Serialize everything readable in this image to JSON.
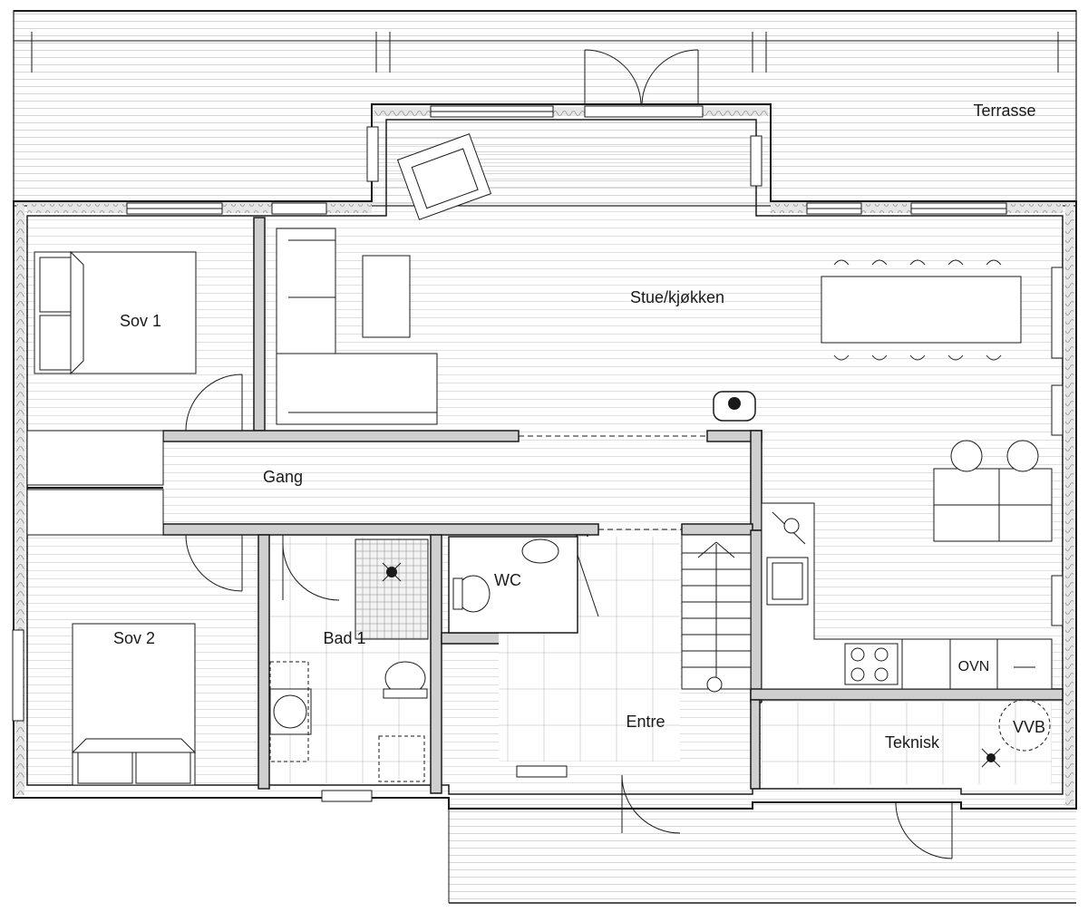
{
  "plan": {
    "rooms": {
      "terrasse": "Terrasse",
      "stue": "Stue/kjøkken",
      "sov1": "Sov 1",
      "gang": "Gang",
      "sov2": "Sov 2",
      "bad1": "Bad 1",
      "wc": "WC",
      "entre": "Entre",
      "teknisk": "Teknisk",
      "ovn": "OVN",
      "vvb": "VVB"
    },
    "colors": {
      "line": "#1a1a1a",
      "wall_fill": "#cfcfcf",
      "decking_line": "#c8c8c8",
      "background": "#ffffff"
    }
  }
}
